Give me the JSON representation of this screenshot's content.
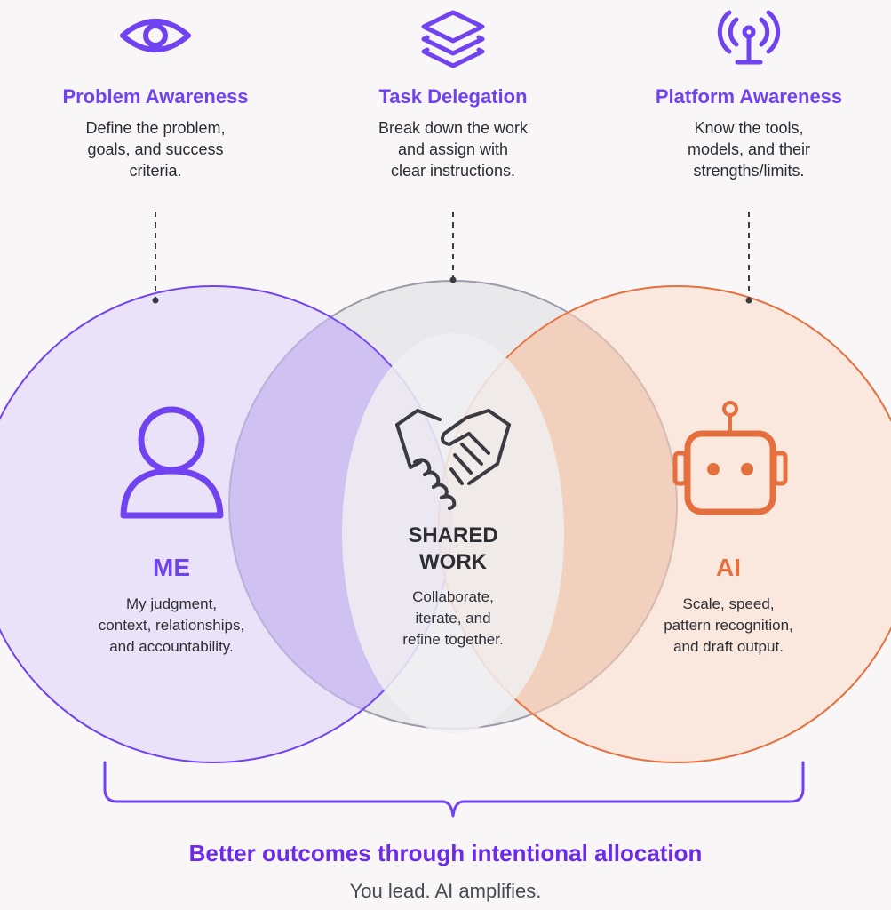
{
  "colors": {
    "purple": "#7143f0",
    "orange": "#e6703d",
    "dark": "#2d2d33",
    "gray_text": "#4a4a52"
  },
  "pillars": [
    {
      "icon": "eye-icon",
      "title": "Problem Awareness",
      "description": [
        "Define the problem,",
        "goals, and success",
        "criteria."
      ]
    },
    {
      "icon": "layers-icon",
      "title": "Task Delegation",
      "description": [
        "Break down the work",
        "and assign with",
        "clear instructions."
      ]
    },
    {
      "icon": "broadcast-antenna-icon",
      "title": "Platform Awareness",
      "description": [
        "Know the tools,",
        "models, and their",
        "strengths/limits."
      ]
    }
  ],
  "me": {
    "icon": "person-icon",
    "label": "ME",
    "description": [
      "My judgment,",
      "context, relationships,",
      "and accountability."
    ]
  },
  "shared": {
    "icon": "handshake-icon",
    "label": [
      "SHARED",
      "WORK"
    ],
    "description": [
      "Collaborate,",
      "iterate, and",
      "refine together."
    ]
  },
  "ai": {
    "icon": "robot-icon",
    "label": "AI",
    "description": [
      "Scale, speed,",
      "pattern recognition,",
      "and draft output."
    ]
  },
  "footer": {
    "headline": "Better outcomes through intentional allocation",
    "subline": "You lead. AI amplifies."
  }
}
